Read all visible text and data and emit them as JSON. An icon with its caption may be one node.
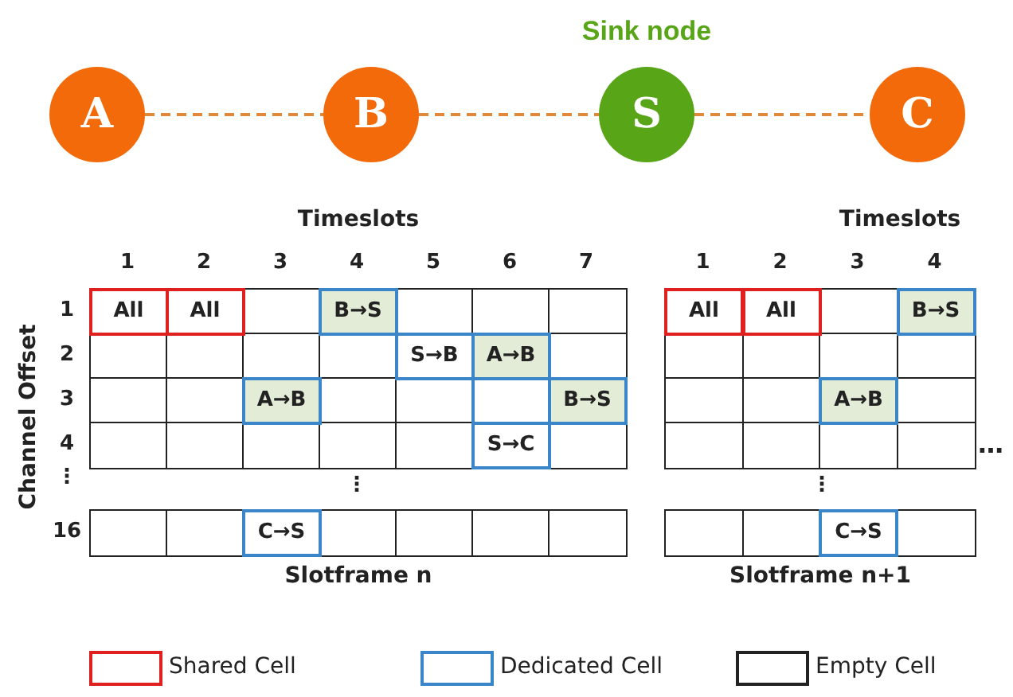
{
  "diagram": {
    "nodes": [
      {
        "text": [
          "A"
        ]
      },
      {
        "text": [
          "B"
        ]
      },
      {
        "text": [
          "S"
        ],
        "beside": [
          "Sink node"
        ]
      },
      {
        "text": [
          "C"
        ]
      }
    ],
    "edges": [
      {
        "from": 0,
        "to": 1,
        "arrow": "none",
        "style": "dashed"
      },
      {
        "from": 1,
        "to": 2,
        "arrow": "none",
        "style": "dashed"
      },
      {
        "from": 2,
        "to": 3,
        "arrow": "none",
        "style": "dashed"
      }
    ],
    "labels": [
      "Timeslots",
      "1",
      "2",
      "3",
      "4",
      "5",
      "6",
      "7",
      "Channel Offset",
      "1",
      "All",
      "All",
      "B→S",
      "2",
      "S→B",
      "A→B",
      "3",
      "A→B",
      "B→S",
      "4",
      "S→C",
      "⋮",
      "⋮",
      "16",
      "C→S",
      "Slotframe n",
      "Timeslots",
      "1",
      "2",
      "3",
      "4",
      "All",
      "All",
      "B→S",
      "A→B",
      "…",
      "⋮",
      "C→S",
      "Slotframe n+1"
    ],
    "legend": [
      {
        "text": "Shared Cell"
      },
      {
        "text": "Dedicated Cell"
      },
      {
        "text": "Empty Cell"
      }
    ]
  }
}
